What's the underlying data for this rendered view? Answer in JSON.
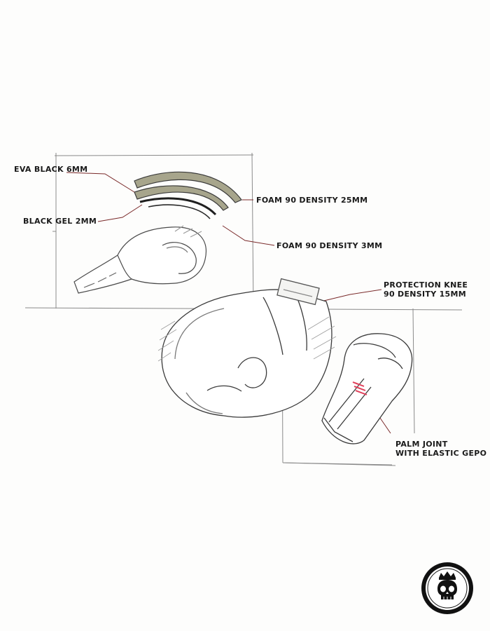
{
  "labels": {
    "eva_black": "EVA BLACK 6MM",
    "black_gel": "BLACK GEL 2MM",
    "foam_25": "FOAM 90 DENSITY 25MM",
    "foam_3": "FOAM 90 DENSITY 3MM",
    "protection_knee": [
      "PROTECTION KNEE",
      "90 DENSITY 15MM"
    ],
    "palm_joint": [
      "PALM JOINT",
      "WITH ELASTIC GEPO"
    ]
  },
  "colors": {
    "pencil": "#6b6b6b",
    "pencil_dark": "#2f2f2f",
    "paper": "#fdfdfc",
    "foam_fill": "#a7a58c",
    "leader_line": "#7a2a2a",
    "palm_mark": "#e0405a",
    "label_text": "#1a1a1a"
  },
  "logo": {
    "icon": "crowned-skull-emblem"
  }
}
